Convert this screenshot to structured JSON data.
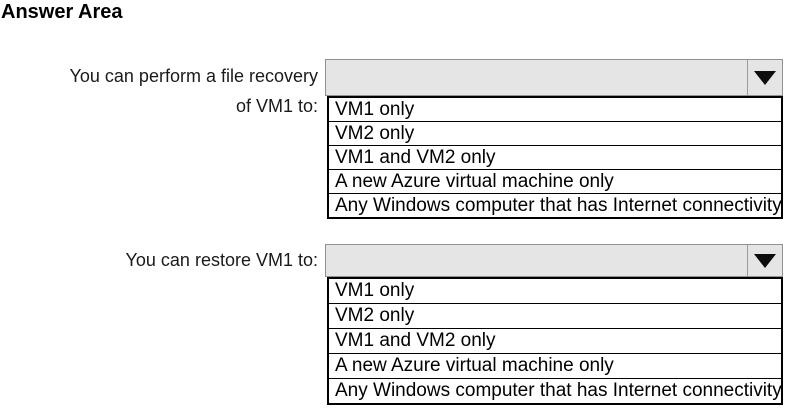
{
  "title": "Answer Area",
  "colors": {
    "select_fill": "#e5e5e5",
    "select_border": "#919191",
    "list_border": "#000000",
    "arrow_color": "#0d0d0d",
    "text_color": "#000000"
  },
  "icons": {
    "dropdown_arrow": "triangle-down"
  },
  "questions": [
    {
      "label_lines": [
        "You can perform a file recovery",
        "of VM1 to:"
      ],
      "selected_value": "",
      "options": [
        "VM1 only",
        "VM2 only",
        "VM1 and VM2 only",
        "A new Azure virtual machine only",
        "Any Windows computer that has Internet connectivity"
      ]
    },
    {
      "label_lines": [
        "You can restore VM1 to:"
      ],
      "selected_value": "",
      "options": [
        "VM1 only",
        "VM2 only",
        "VM1 and VM2 only",
        "A new Azure virtual machine only",
        "Any Windows computer that has Internet connectivity"
      ]
    }
  ]
}
